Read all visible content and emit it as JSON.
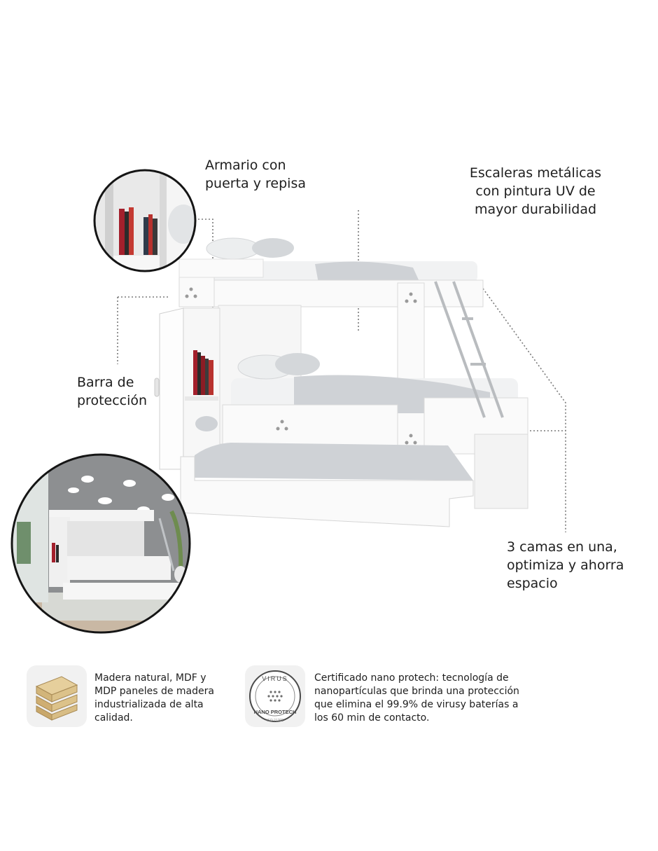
{
  "callouts": {
    "cabinet": {
      "lines": [
        "Armario con",
        "puerta y repisa"
      ]
    },
    "ladder": {
      "lines": [
        "Escaleras metálicas",
        "con pintura UV de",
        "mayor durabilidad"
      ]
    },
    "rail": {
      "lines": [
        "Barra de",
        "protección"
      ]
    },
    "trundle": {
      "lines": [
        "3 camas en una,",
        "optimiza y ahorra",
        "espacio"
      ]
    }
  },
  "features": [
    {
      "icon": "wood-planks-icon",
      "lines": [
        "Madera natural, MDF y",
        "MDP paneles de madera",
        "industrializada de alta",
        "calidad."
      ]
    },
    {
      "icon": "nano-protech-seal-icon",
      "seal_text_top": "VIRUS",
      "seal_text_bottom": "NANO PROTECH",
      "seal_text_small": "ISO 21702",
      "lines": [
        "Certificado nano protech: tecnología de",
        "nanopartículas que brinda una protección",
        "que elimina el 99.9% de virusy baterías a",
        "los 60 min de contacto."
      ]
    }
  ],
  "colors": {
    "furniture": "#fafafa",
    "furniture_edge": "#d9d9d9",
    "mattress_grey": "#cfd2d6",
    "wall_grey": "#8d8f91",
    "dotted_line": "#7a7a7a",
    "book_red": "#a3202c"
  }
}
